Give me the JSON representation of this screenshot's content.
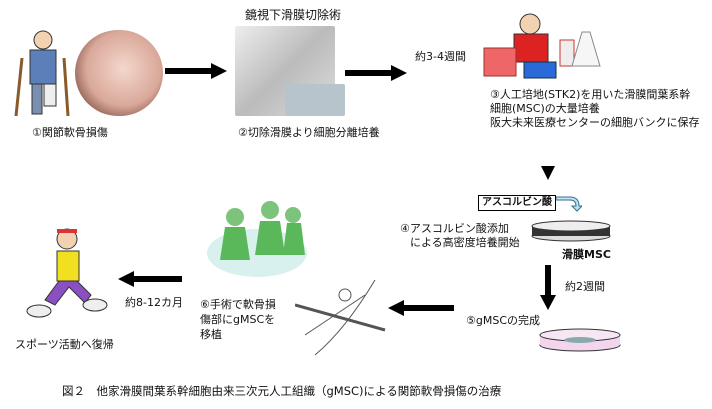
{
  "steps": {
    "s1": "①関節軟骨損傷",
    "s2_title": "鏡視下滑膜切除術",
    "s2": "②切除滑膜より細胞分離培養",
    "s3": [
      "③人工培地(STK2)を用いた滑膜間葉系幹",
      "細胞(MSC)の大量培養",
      "阪大未来医療センターの細胞バンクに保存"
    ],
    "ascorbic": "アスコルビン酸",
    "s4": [
      "④アスコルビン酸添加",
      "による高密度培養開始"
    ],
    "dish1": "滑膜MSC",
    "s5": "⑤gMSCの完成",
    "s6": [
      "⑥手術で軟骨損",
      "傷部にgMSCを",
      "移植"
    ],
    "s7": "スポーツ活動へ復帰"
  },
  "durations": {
    "d1": "約3-4週間",
    "d2": "約2週間",
    "d3": "約8-12カ月"
  },
  "caption": "図２　他家滑膜間葉系幹細胞由来三次元人工組織（gMSC)による関節軟骨損傷の治療"
}
